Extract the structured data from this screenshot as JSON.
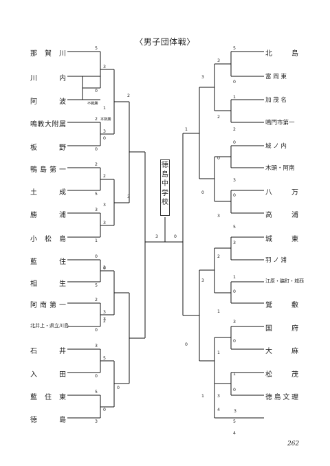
{
  "title": "〈男子団体戦〉",
  "left_teams": [
    "那 賀 川",
    "川 内",
    "阿 波",
    "鳴教大附属",
    "板 野",
    "鴨島第一",
    "土 成",
    "勝 浦",
    "小 松 島",
    "藍 住",
    "相 生",
    "阿南第一",
    "北井上・県立川島",
    "石 井",
    "入 田",
    "藍 住 東",
    "徳 島"
  ],
  "right_teams": [
    "北 島",
    "富 岡 東",
    "加 茂 名",
    "鳴門市第一",
    "城 ノ 内",
    "木頭・阿南",
    "八 万",
    "高 浦",
    "城 東",
    "羽 ノ 浦",
    "江原・脇町・城西",
    "鷲 敷",
    "国 府",
    "大 麻",
    "松 茂",
    "徳島文理"
  ],
  "champion": [
    "徳",
    "島",
    "中",
    "学",
    "校"
  ],
  "notes": {
    "forfeit": "不戦勝",
    "draw_win": "本数勝"
  },
  "scores": {
    "left": [
      "5",
      "0",
      "3",
      "1",
      "2",
      "0",
      "3",
      "0",
      "2",
      "5",
      "2",
      "3",
      "3",
      "1",
      "3",
      "0",
      "0",
      "5",
      "2",
      "2",
      "2",
      "0",
      "3",
      "3",
      "3",
      "0",
      "5",
      "0",
      "5",
      "3",
      "0",
      "2",
      "3"
    ],
    "right": [
      "5",
      "0",
      "1",
      "2",
      "0",
      "3",
      "0",
      "5",
      "3",
      "1",
      "0",
      "3",
      "0",
      "1",
      "0",
      "4",
      "3",
      "2",
      "0",
      "3",
      "2",
      "1",
      "1",
      "3",
      "3",
      "0",
      "3",
      "1",
      "1",
      "0",
      "0",
      "3",
      "4",
      "5"
    ],
    "final": [
      "3",
      "0"
    ]
  },
  "page_number": "262"
}
